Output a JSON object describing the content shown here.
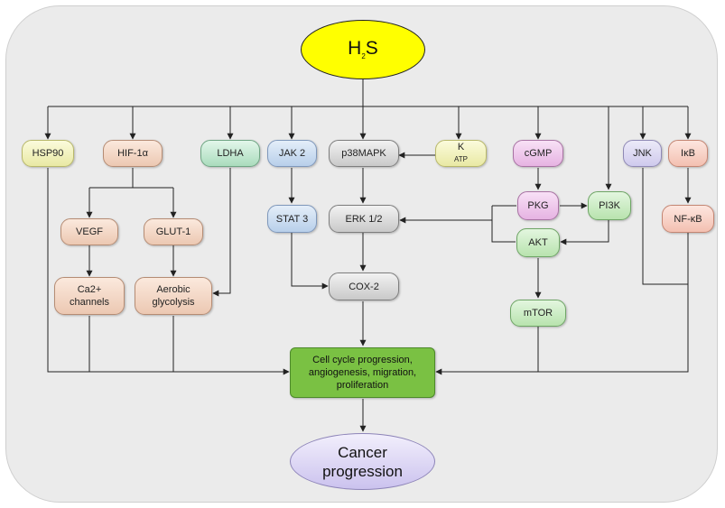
{
  "diagram": {
    "source": {
      "main": "H",
      "sub": "2",
      "tail": "S"
    },
    "nodes": {
      "hsp90": "HSP90",
      "hif1a": "HIF-1α",
      "ldha": "LDHA",
      "jak2": "JAK 2",
      "p38mapk": "p38MAPK",
      "katp": {
        "main": "K",
        "sub": "ATP"
      },
      "cgmp": "cGMP",
      "jnk": "JNK",
      "ikb": "IκB",
      "vegf": "VEGF",
      "glut1": "GLUT-1",
      "stat3": "STAT 3",
      "erk12": "ERK 1/2",
      "pkg": "PKG",
      "pi3k": "PI3K",
      "akt": "AKT",
      "nfkb": "NF-κB",
      "ca2": "Ca2+\nchannels",
      "aerobic": "Aerobic\nglycolysis",
      "cox2": "COX-2",
      "mtor": "mTOR"
    },
    "outcome": "Cell cycle progression,\nangiogenesis, migration,\nproliferation",
    "result": "Cancer\nprogression"
  }
}
